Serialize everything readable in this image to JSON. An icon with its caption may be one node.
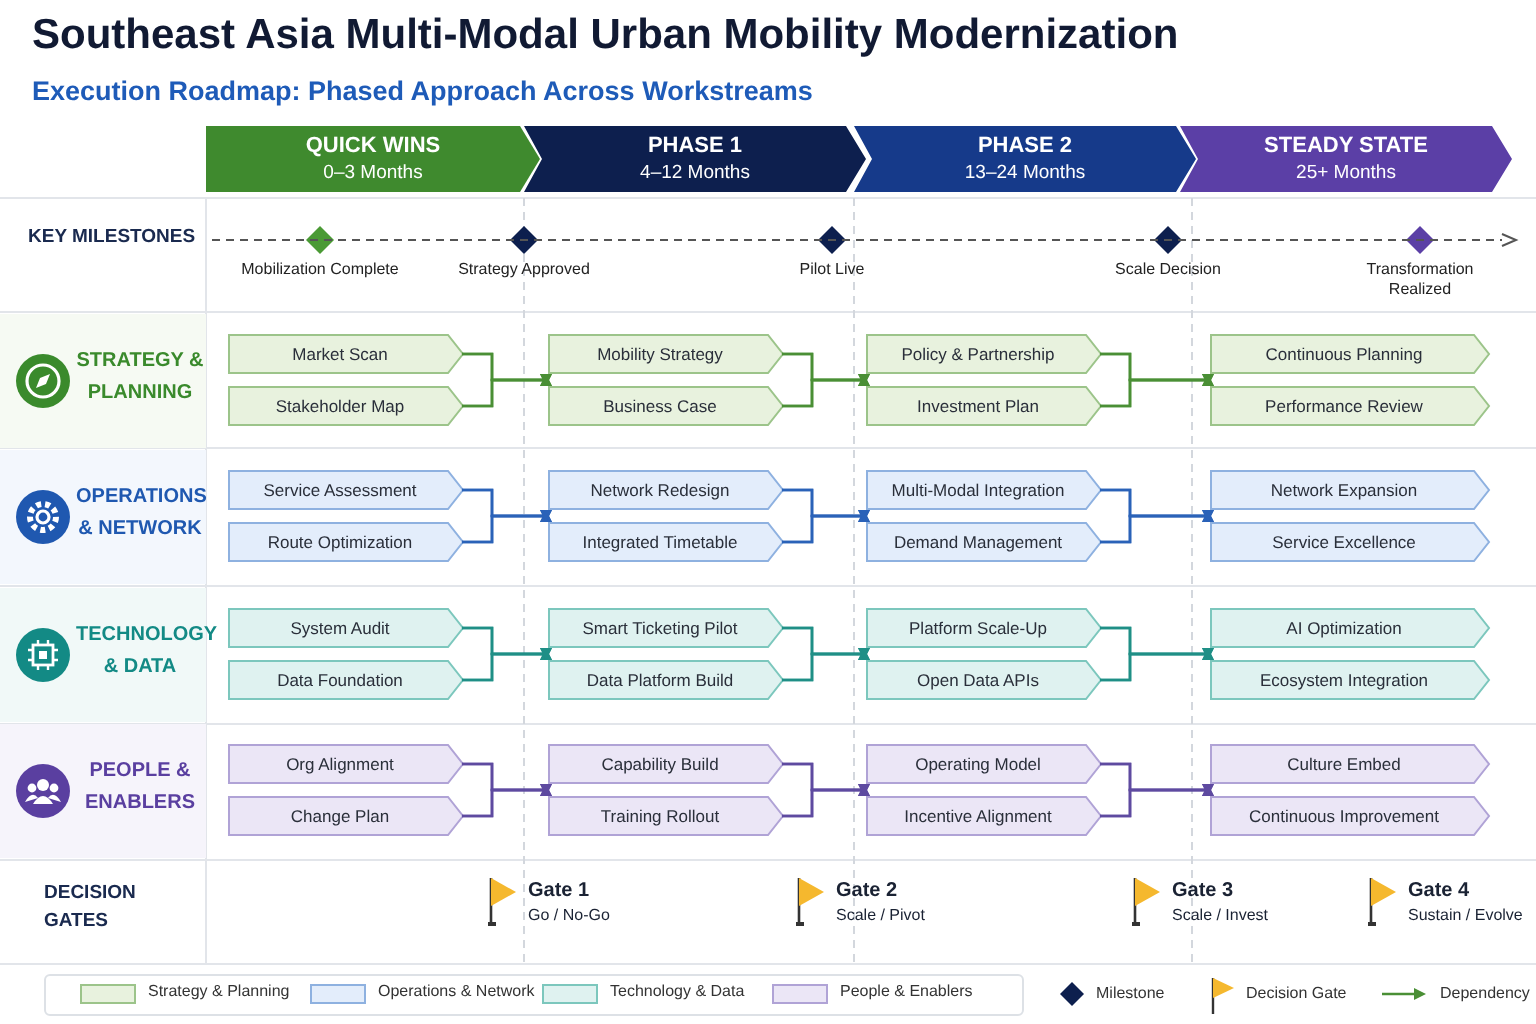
{
  "diagram": {
    "title": "Southeast Asia Multi-Modal Urban Mobility Modernization",
    "nodes": [
      {
        "text": [
          "QUICK WINS",
          "0–3 Months"
        ]
      },
      {
        "text": [
          "PHASE 1",
          "4–12 Months"
        ]
      },
      {
        "text": [
          "PHASE 2",
          "13–24 Months"
        ]
      },
      {
        "text": [
          "STEADY STATE",
          "25+ Months"
        ]
      },
      {
        "text": [],
        "shape": "diamond",
        "beside": [
          "Mobilization Complete"
        ]
      },
      {
        "text": [],
        "shape": "diamond",
        "beside": [
          "Strategy Approved"
        ]
      },
      {
        "text": [],
        "shape": "diamond",
        "beside": [
          "Pilot Live"
        ]
      },
      {
        "text": [],
        "shape": "diamond",
        "beside": [
          "Scale Decision"
        ]
      },
      {
        "text": [],
        "shape": "diamond",
        "beside": [
          "Transformation Realized"
        ]
      },
      {
        "text": [
          "STRATEGY & PLANNING"
        ]
      },
      {
        "text": [
          "Market Scan"
        ],
        "in": 9
      },
      {
        "text": [
          "Stakeholder Map"
        ],
        "in": 9
      },
      {
        "text": [
          "Mobility Strategy"
        ],
        "in": 9
      },
      {
        "text": [
          "Business Case"
        ],
        "in": 9
      },
      {
        "text": [
          "Policy & Partnership"
        ],
        "in": 9
      },
      {
        "text": [
          "Investment Plan"
        ],
        "in": 9
      },
      {
        "text": [
          "Continuous Planning"
        ],
        "in": 9
      },
      {
        "text": [
          "Performance Review"
        ],
        "in": 9
      },
      {
        "text": [
          "OPERATIONS & NETWORK"
        ]
      },
      {
        "text": [
          "Service Assessment"
        ],
        "in": 18
      },
      {
        "text": [
          "Route Optimization"
        ],
        "in": 18
      },
      {
        "text": [
          "Network Redesign"
        ],
        "in": 18
      },
      {
        "text": [
          "Integrated Timetable"
        ],
        "in": 18
      },
      {
        "text": [
          "Multi-Modal Integration"
        ],
        "in": 18
      },
      {
        "text": [
          "Demand Management"
        ],
        "in": 18
      },
      {
        "text": [
          "Network Expansion"
        ],
        "in": 18
      },
      {
        "text": [
          "Service Excellence"
        ],
        "in": 18
      },
      {
        "text": [
          "TECHNOLOGY & DATA"
        ]
      },
      {
        "text": [
          "System Audit"
        ],
        "in": 27
      },
      {
        "text": [
          "Data Foundation"
        ],
        "in": 27
      },
      {
        "text": [
          "Smart Ticketing Pilot"
        ],
        "in": 27
      },
      {
        "text": [
          "Data Platform Build"
        ],
        "in": 27
      },
      {
        "text": [
          "Platform Scale-Up"
        ],
        "in": 27
      },
      {
        "text": [
          "Open Data APIs"
        ],
        "in": 27
      },
      {
        "text": [
          "AI Optimization"
        ],
        "in": 27
      },
      {
        "text": [
          "Ecosystem Integration"
        ],
        "in": 27
      },
      {
        "text": [
          "PEOPLE & ENABLERS"
        ]
      },
      {
        "text": [
          "Org Alignment"
        ],
        "in": 36
      },
      {
        "text": [
          "Change Plan"
        ],
        "in": 36
      },
      {
        "text": [
          "Capability Build"
        ],
        "in": 36
      },
      {
        "text": [
          "Training Rollout"
        ],
        "in": 36
      },
      {
        "text": [
          "Operating Model"
        ],
        "in": 36
      },
      {
        "text": [
          "Incentive Alignment"
        ],
        "in": 36
      },
      {
        "text": [
          "Culture Embed"
        ],
        "in": 36
      },
      {
        "text": [
          "Continuous Improvement"
        ],
        "in": 36
      },
      {
        "text": [],
        "shape": "flag",
        "beside": [
          "Gate 1",
          "Go / No-Go"
        ]
      },
      {
        "text": [],
        "shape": "flag",
        "beside": [
          "Gate 2",
          "Scale / Pivot"
        ]
      },
      {
        "text": [],
        "shape": "flag",
        "beside": [
          "Gate 3",
          "Scale / Invest"
        ]
      },
      {
        "text": [],
        "shape": "flag",
        "beside": [
          "Gate 4",
          "Sustain / Evolve"
        ]
      }
    ],
    "edges": [
      {
        "from": 10,
        "to": 12,
        "arrow": "to",
        "color": "#4a8f35"
      },
      {
        "from": 10,
        "to": 13,
        "arrow": "to",
        "color": "#4a8f35"
      },
      {
        "from": 11,
        "to": 12,
        "arrow": "to",
        "color": "#4a8f35"
      },
      {
        "from": 11,
        "to": 13,
        "arrow": "to",
        "color": "#4a8f35"
      },
      {
        "from": 12,
        "to": 14,
        "arrow": "to",
        "color": "#4a8f35"
      },
      {
        "from": 12,
        "to": 15,
        "arrow": "to",
        "color": "#4a8f35"
      },
      {
        "from": 13,
        "to": 14,
        "arrow": "to",
        "color": "#4a8f35"
      },
      {
        "from": 13,
        "to": 15,
        "arrow": "to",
        "color": "#4a8f35"
      },
      {
        "from": 14,
        "to": 16,
        "arrow": "to",
        "color": "#4a8f35"
      },
      {
        "from": 14,
        "to": 17,
        "arrow": "to",
        "color": "#4a8f35"
      },
      {
        "from": 15,
        "to": 16,
        "arrow": "to",
        "color": "#4a8f35"
      },
      {
        "from": 15,
        "to": 17,
        "arrow": "to",
        "color": "#4a8f35"
      },
      {
        "from": 19,
        "to": 21,
        "arrow": "to",
        "color": "#2a62b8"
      },
      {
        "from": 19,
        "to": 22,
        "arrow": "to",
        "color": "#2a62b8"
      },
      {
        "from": 20,
        "to": 21,
        "arrow": "to",
        "color": "#2a62b8"
      },
      {
        "from": 20,
        "to": 22,
        "arrow": "to",
        "color": "#2a62b8"
      },
      {
        "from": 21,
        "to": 23,
        "arrow": "to",
        "color": "#2a62b8"
      },
      {
        "from": 21,
        "to": 24,
        "arrow": "to",
        "color": "#2a62b8"
      },
      {
        "from": 22,
        "to": 23,
        "arrow": "to",
        "color": "#2a62b8"
      },
      {
        "from": 22,
        "to": 24,
        "arrow": "to",
        "color": "#2a62b8"
      },
      {
        "from": 23,
        "to": 25,
        "arrow": "to",
        "color": "#2a62b8"
      },
      {
        "from": 23,
        "to": 26,
        "arrow": "to",
        "color": "#2a62b8"
      },
      {
        "from": 24,
        "to": 25,
        "arrow": "to",
        "color": "#2a62b8"
      },
      {
        "from": 24,
        "to": 26,
        "arrow": "to",
        "color": "#2a62b8"
      },
      {
        "from": 28,
        "to": 30,
        "arrow": "to",
        "color": "#1f8f86"
      },
      {
        "from": 28,
        "to": 31,
        "arrow": "to",
        "color": "#1f8f86"
      },
      {
        "from": 29,
        "to": 30,
        "arrow": "to",
        "color": "#1f8f86"
      },
      {
        "from": 29,
        "to": 31,
        "arrow": "to",
        "color": "#1f8f86"
      },
      {
        "from": 30,
        "to": 32,
        "arrow": "to",
        "color": "#1f8f86"
      },
      {
        "from": 30,
        "to": 33,
        "arrow": "to",
        "color": "#1f8f86"
      },
      {
        "from": 31,
        "to": 32,
        "arrow": "to",
        "color": "#1f8f86"
      },
      {
        "from": 31,
        "to": 33,
        "arrow": "to",
        "color": "#1f8f86"
      },
      {
        "from": 32,
        "to": 34,
        "arrow": "to",
        "color": "#1f8f86"
      },
      {
        "from": 32,
        "to": 35,
        "arrow": "to",
        "color": "#1f8f86"
      },
      {
        "from": 33,
        "to": 34,
        "arrow": "to",
        "color": "#1f8f86"
      },
      {
        "from": 33,
        "to": 35,
        "arrow": "to",
        "color": "#1f8f86"
      },
      {
        "from": 37,
        "to": 39,
        "arrow": "to",
        "color": "#5e4aa0"
      },
      {
        "from": 37,
        "to": 40,
        "arrow": "to",
        "color": "#5e4aa0"
      },
      {
        "from": 38,
        "to": 39,
        "arrow": "to",
        "color": "#5e4aa0"
      },
      {
        "from": 38,
        "to": 40,
        "arrow": "to",
        "color": "#5e4aa0"
      },
      {
        "from": 39,
        "to": 41,
        "arrow": "to",
        "color": "#5e4aa0"
      },
      {
        "from": 39,
        "to": 42,
        "arrow": "to",
        "color": "#5e4aa0"
      },
      {
        "from": 40,
        "to": 41,
        "arrow": "to",
        "color": "#5e4aa0"
      },
      {
        "from": 40,
        "to": 42,
        "arrow": "to",
        "color": "#5e4aa0"
      },
      {
        "from": 41,
        "to": 43,
        "arrow": "to",
        "color": "#5e4aa0"
      },
      {
        "from": 41,
        "to": 44,
        "arrow": "to",
        "color": "#5e4aa0"
      },
      {
        "from": 42,
        "to": 43,
        "arrow": "to",
        "color": "#5e4aa0"
      },
      {
        "from": 42,
        "to": 44,
        "arrow": "to",
        "color": "#5e4aa0"
      }
    ],
    "labels": [
      "Execution Roadmap: Phased Approach Across Workstreams",
      "KEY MILESTONES",
      "DECISION GATES"
    ],
    "legend": [
      {
        "text": "Strategy & Planning",
        "color": "#e8f2de"
      },
      {
        "text": "Operations & Network",
        "color": "#e3edfb"
      },
      {
        "text": "Technology & Data",
        "color": "#dff2f0"
      },
      {
        "text": "People & Enablers",
        "color": "#ebe6f6"
      },
      {
        "text": "Milestone"
      },
      {
        "text": "Decision Gate"
      },
      {
        "text": "Dependency"
      }
    ]
  }
}
